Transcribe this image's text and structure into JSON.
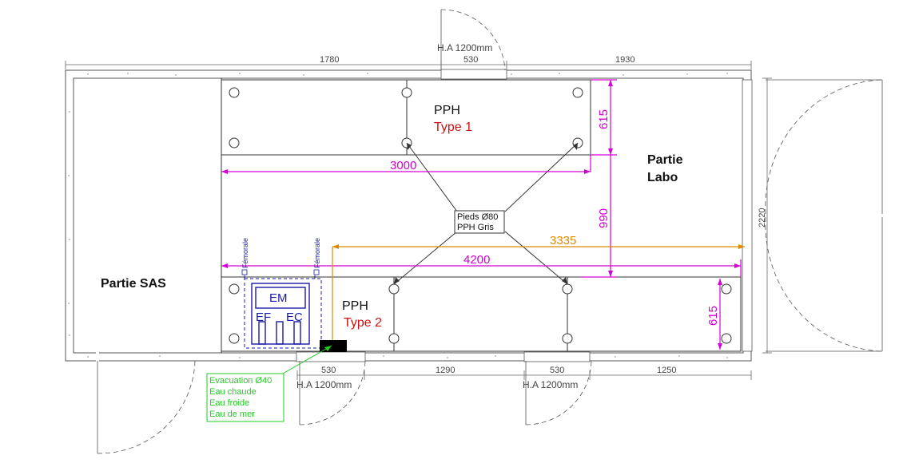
{
  "colors": {
    "dimension_primary": "#d400d4",
    "dimension_secondary": "#e08a00",
    "plumbing": "#22cc22",
    "sanitary": "#1a1aa8",
    "type_label": "#cc1111"
  },
  "rooms": {
    "sas": "Partie SAS",
    "labo_line1": "Partie",
    "labo_line2": "Labo"
  },
  "benches": {
    "top_name": "PPH",
    "top_type": "Type 1",
    "bottom_name": "PPH",
    "bottom_type": "Type 2"
  },
  "feet_note": {
    "line1": "Pieds Ø80",
    "line2": "PPH Gris"
  },
  "dimensions": {
    "top_left": "1780",
    "top_door": "530",
    "top_right": "1930",
    "bottom_door_left": "530",
    "bottom_mid": "1290",
    "bottom_door_right": "530",
    "bottom_right": "1250",
    "right_height": "2220",
    "top_bench_width": "3000",
    "top_bench_depth": "615",
    "gap": "990",
    "orange_length": "3335",
    "bottom_bench_width": "4200",
    "bottom_bench_depth": "615"
  },
  "doors": {
    "top": "H.A 1200mm",
    "bottom_left": "H.A 1200mm",
    "bottom_right": "H.A 1200mm"
  },
  "sink": {
    "em": "EM",
    "ef": "EF",
    "ec": "EC",
    "left_tag": "Fémorale",
    "right_tag": "Fémorale"
  },
  "plumbing": {
    "line1": "Evacuation Ø40",
    "line2": "Eau chaude",
    "line3": "Eau froide",
    "line4": "Eau de mer"
  }
}
